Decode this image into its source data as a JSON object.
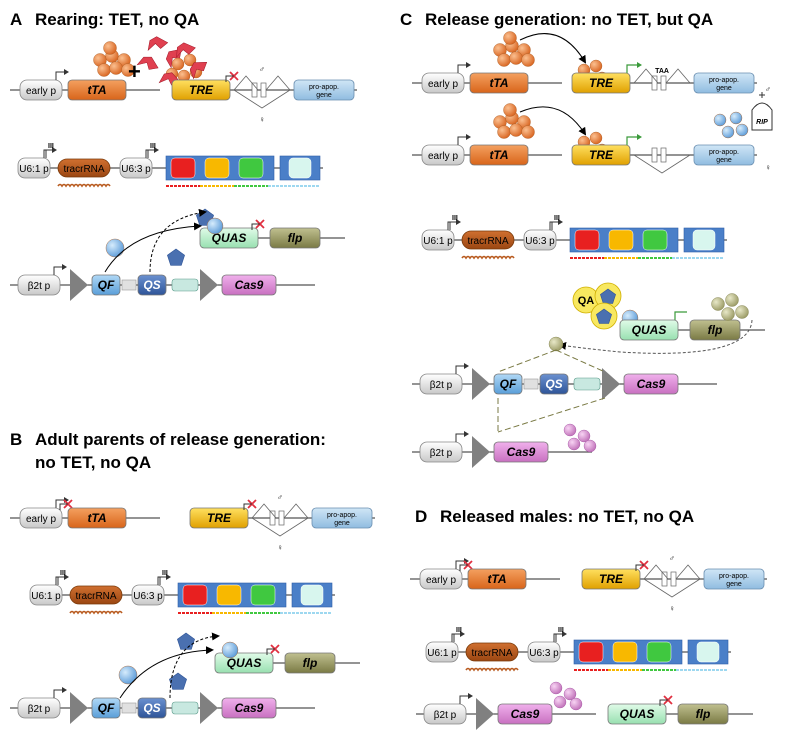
{
  "panels": {
    "A": {
      "letter": "A",
      "title": "Rearing:   TET,  no QA"
    },
    "B": {
      "letter": "B",
      "title_line1": "Adult parents of release generation:",
      "title_line2": "no TET,  no QA"
    },
    "C": {
      "letter": "C",
      "title": "Release generation:   no TET,  but QA"
    },
    "D": {
      "letter": "D",
      "title": "Released males:  no TET,  no QA"
    }
  },
  "labels": {
    "early_p": "early p",
    "tta": "tTA",
    "tre": "TRE",
    "pro_apop": "pro-apop.",
    "gene": "gene",
    "u61": "U6:1 p",
    "u63": "U6:3 p",
    "tracr": "tracrRNA",
    "b2t": "β2t p",
    "qf": "QF",
    "qs": "QS",
    "cas9": "Cas9",
    "quas": "QUAS",
    "flp": "flp",
    "qa": "QA",
    "rip": "RIP",
    "taa": "TAA",
    "term": "III",
    "plus": "+",
    "male": "♂",
    "female": "♀"
  },
  "colors": {
    "tta": "#e8782a",
    "tre": "#f0b800",
    "pro_apop": "#a8cce8",
    "tracr": "#b85a1e",
    "array": "#4a7fc8",
    "cas9": "#d888d0",
    "qf": "#7cb8e8",
    "qs": "#4a70b0",
    "quas": "#b8f0c8",
    "flp": "#9a9a60",
    "tet": "#e03040",
    "promoter": "#e6e6e6"
  },
  "icons": [
    "tetracycline-icon",
    "tta-protein-icon",
    "qf-protein-icon",
    "qs-protein-icon",
    "flp-protein-icon",
    "cas9-protein-icon",
    "qa-icon",
    "rip-tombstone-icon",
    "no-expression-cross-icon",
    "promoter-arrow-icon",
    "terminator-icon"
  ]
}
